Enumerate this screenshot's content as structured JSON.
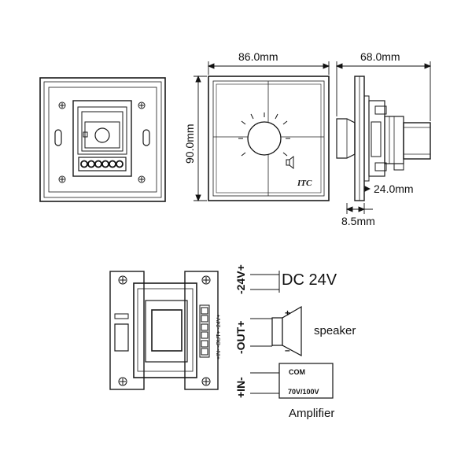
{
  "dimensions": {
    "width": "86.0mm",
    "depth": "68.0mm",
    "height": "90.0mm",
    "body_depth": "24.0mm",
    "plate_depth": "8.5mm"
  },
  "brand_logo": "ITC",
  "terminal_strip_label": "+IN- -OUT+ -24V+",
  "wiring": {
    "power_terminal": "-24V+",
    "power_label": "DC 24V",
    "output_terminal": "-OUT+",
    "speaker_label": "speaker",
    "speaker_plus": "+",
    "speaker_minus": "–",
    "input_terminal": "+IN-",
    "amp_com": "COM",
    "amp_tap": "70V/100V",
    "amplifier_label": "Amplifier"
  }
}
